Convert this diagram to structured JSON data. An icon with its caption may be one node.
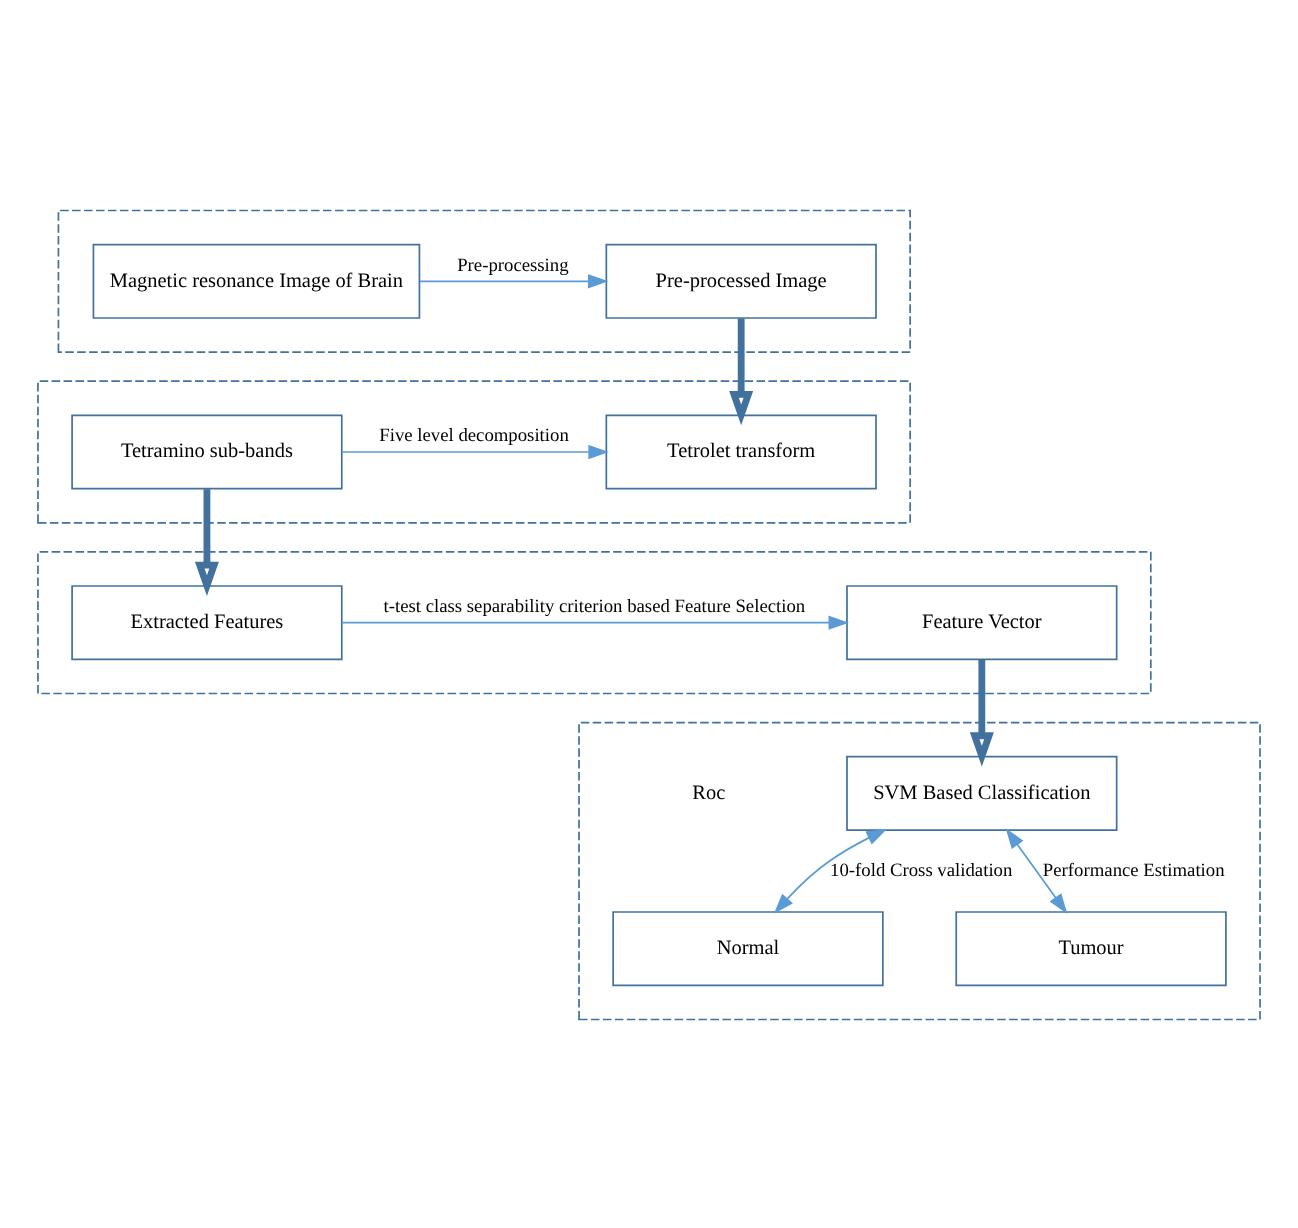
{
  "diagram": {
    "nodes": [
      {
        "text": [],
        "shape": "box"
      },
      {
        "text": [
          "Magnetic resonance Image of Brain"
        ],
        "in": 0
      },
      {
        "text": [
          "Pre-processed Image"
        ],
        "in": 0
      },
      {
        "text": [],
        "shape": "box"
      },
      {
        "text": [
          "Tetramino sub-bands"
        ],
        "in": 3
      },
      {
        "text": [
          "Tetrolet transform"
        ],
        "in": 3
      },
      {
        "text": [],
        "shape": "box"
      },
      {
        "text": [
          "Extracted Features"
        ],
        "in": 6
      },
      {
        "text": [
          "Feature Vector"
        ],
        "in": 6
      },
      {
        "text": [],
        "shape": "box"
      },
      {
        "text": [
          "Normal"
        ],
        "in": 9
      },
      {
        "text": [
          "Tumour"
        ],
        "in": 9
      },
      {
        "text": [
          "SVM Based Classification"
        ],
        "in": 9
      }
    ],
    "edges": [
      {
        "from": 1,
        "to": 2,
        "arrow": "to",
        "label": "Pre-processing"
      },
      {
        "from": 2,
        "to": 5,
        "arrow": "to",
        "style": "thick",
        "color": "#41719c"
      },
      {
        "from": 4,
        "to": 5,
        "arrow": "to",
        "label": "Five level decomposition"
      },
      {
        "from": 4,
        "to": 7,
        "arrow": "to",
        "style": "thick",
        "color": "#41719c"
      },
      {
        "from": 7,
        "to": 8,
        "arrow": "to",
        "label": "t-test class separability criterion based Feature Selection"
      },
      {
        "from": 8,
        "to": 12,
        "arrow": "to",
        "style": "thick",
        "color": "#41719c"
      },
      {
        "from": 12,
        "to": 10,
        "arrow": "both",
        "label": "10-fold Cross validation"
      },
      {
        "from": 12,
        "to": 11,
        "arrow": "both",
        "label": "Performance Estimation"
      }
    ],
    "labels": [
      "Roc"
    ]
  }
}
